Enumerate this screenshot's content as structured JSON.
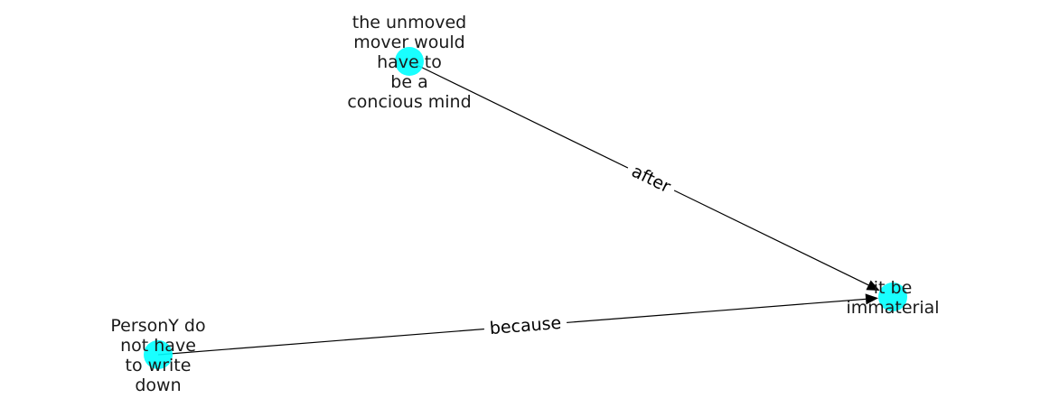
{
  "colors": {
    "node": "#00ffff",
    "edge": "#000000",
    "text": "#1a1a1a"
  },
  "nodes": [
    {
      "id": "n1",
      "lines": [
        "the unmoved",
        "mover would",
        "have to",
        "be a",
        "concious mind"
      ]
    },
    {
      "id": "n2",
      "lines": [
        "it be",
        "immaterial"
      ]
    },
    {
      "id": "n3",
      "lines": [
        "PersonY do",
        "not have",
        "to write",
        "down"
      ]
    }
  ],
  "edges": [
    {
      "from": "n1",
      "to": "n2",
      "label": "after"
    },
    {
      "from": "n3",
      "to": "n2",
      "label": "because"
    }
  ]
}
